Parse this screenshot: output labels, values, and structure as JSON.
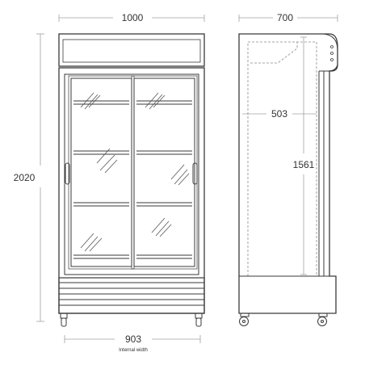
{
  "dimensions": {
    "overall_width": "1000",
    "overall_depth": "700",
    "overall_height": "2020",
    "internal_depth": "503",
    "internal_height": "1561",
    "internal_width": "903",
    "internal_width_caption": "Internal width"
  },
  "colors": {
    "line": "#3a3a3a",
    "dimension_line": "#9a9a9a",
    "dashed": "#8a8a8a",
    "text": "#333333"
  }
}
